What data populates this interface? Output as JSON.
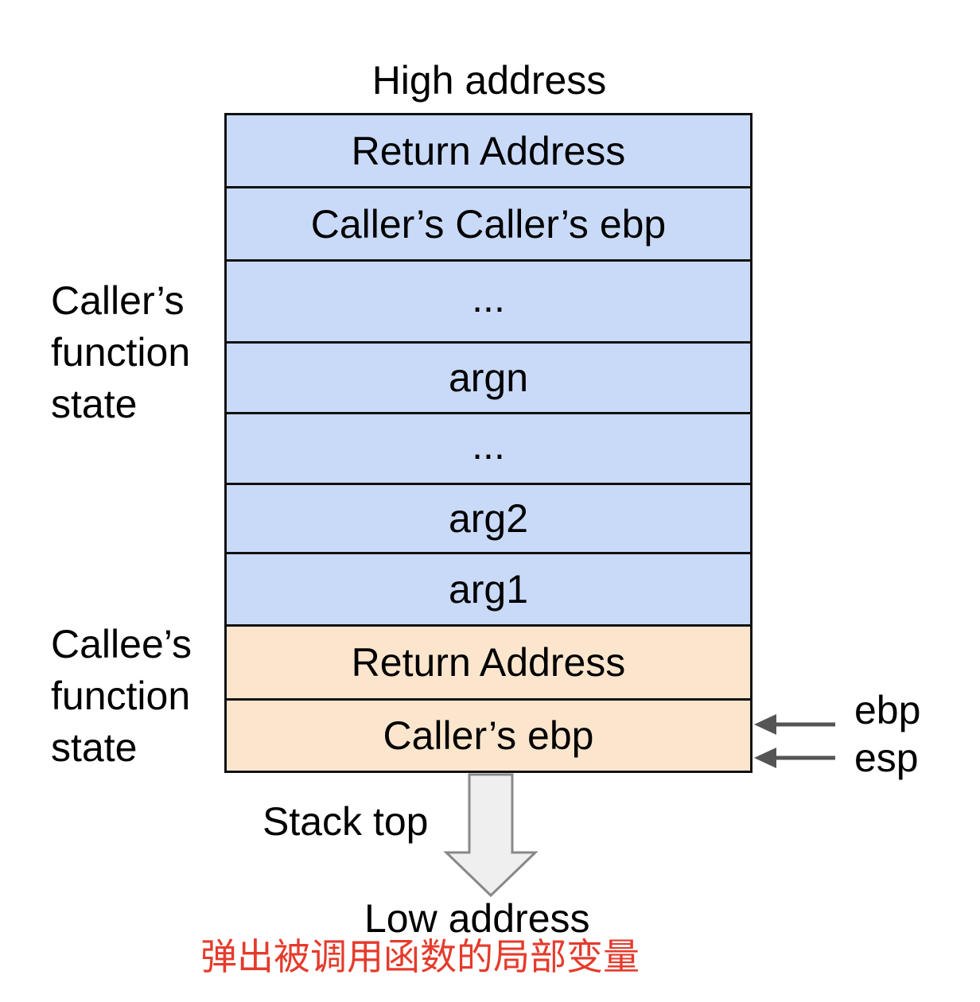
{
  "top_label": "High address",
  "bottom_label": "Low address",
  "stack_top_label": "Stack top",
  "caller_state_label": [
    "Caller’s",
    "function",
    "state"
  ],
  "callee_state_label": [
    "Callee’s",
    "function",
    "state"
  ],
  "cells": [
    {
      "label": "Return Address",
      "region": "caller"
    },
    {
      "label": "Caller’s Caller’s ebp",
      "region": "caller"
    },
    {
      "label": "...",
      "region": "caller"
    },
    {
      "label": "argn",
      "region": "caller"
    },
    {
      "label": "...",
      "region": "caller"
    },
    {
      "label": "arg2",
      "region": "caller"
    },
    {
      "label": "arg1",
      "region": "caller"
    },
    {
      "label": "Return Address",
      "region": "callee"
    },
    {
      "label": "Caller’s ebp",
      "region": "callee"
    }
  ],
  "registers": {
    "ebp": "ebp",
    "esp": "esp"
  },
  "annotation": "弹出被调用函数的局部变量",
  "colors": {
    "caller_fill": "#c9daf8",
    "callee_fill": "#fce5cd",
    "annotation": "#e53b2c",
    "pointer_arrow": "#555555",
    "stack_arrow_fill": "#efefef",
    "stack_arrow_stroke": "#888888"
  }
}
